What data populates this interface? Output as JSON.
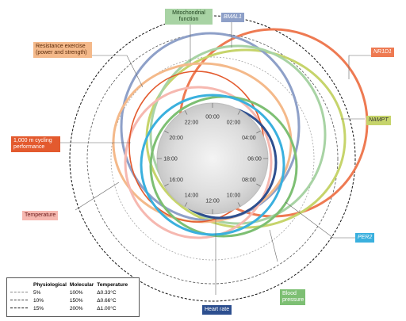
{
  "labels": {
    "mitochondrial": "Mitochondrial function",
    "bmal1": "BMAL1",
    "resistance": "Resistance exercise (power and strength)",
    "nr1d1": "NR1D1",
    "nampt": "NAMPT",
    "cycling": "1,000 m cycling performance",
    "temperature": "Temperature",
    "per2": "PER2",
    "blood": "Blood pressure",
    "heart": "Heart rate"
  },
  "clock": [
    "00:00",
    "02:00",
    "04:00",
    "06:00",
    "08:00",
    "10:00",
    "12:00",
    "14:00",
    "16:00",
    "18:00",
    "20:00",
    "22:00"
  ],
  "colors": {
    "mitochondrial": "#a8d3a4",
    "bmal1": "#8ea0c8",
    "resistance": "#f4b98a",
    "nr1d1": "#ee7a52",
    "nampt": "#c6d46b",
    "cycling": "#e35a2e",
    "temperature": "#f6b8b0",
    "per2": "#3ab0de",
    "blood": "#7dbf73",
    "heart": "#2d4f8f"
  },
  "legend": {
    "headers": [
      "Physiological",
      "Molecular",
      "Temperature"
    ],
    "rows": [
      {
        "physio": "5%",
        "molecular": "100%",
        "temp": "Δ0.33°C"
      },
      {
        "physio": "10%",
        "molecular": "150%",
        "temp": "Δ0.66°C"
      },
      {
        "physio": "15%",
        "molecular": "200%",
        "temp": "Δ1.00°C"
      }
    ]
  }
}
